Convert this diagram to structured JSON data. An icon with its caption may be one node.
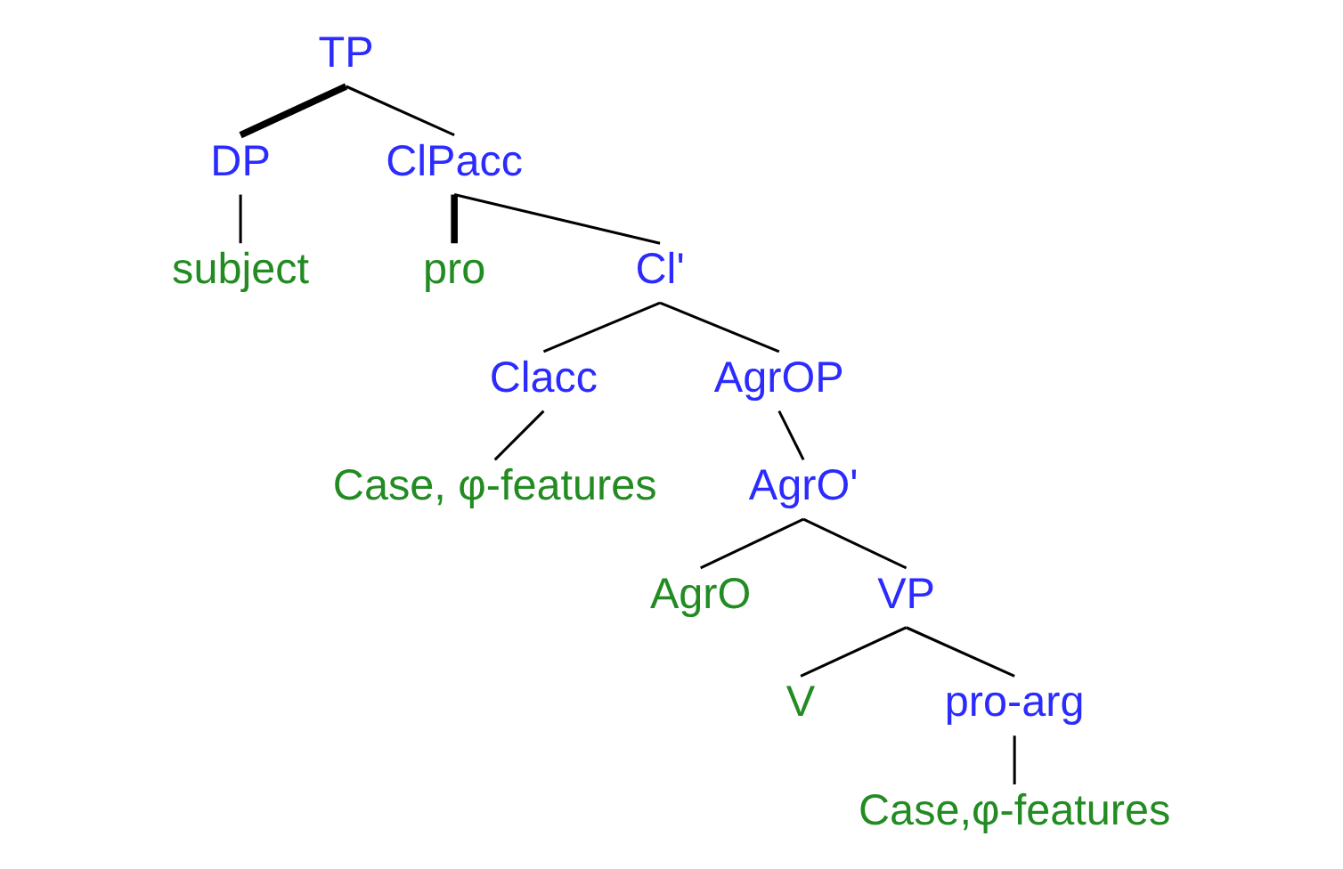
{
  "diagram": {
    "nodes": [
      {
        "text": [
          "TP"
        ]
      },
      {
        "text": [
          "DP"
        ]
      },
      {
        "text": [
          "ClPacc"
        ]
      },
      {
        "text": [
          "subject"
        ]
      },
      {
        "text": [
          "pro"
        ]
      },
      {
        "text": [
          "Cl'"
        ]
      },
      {
        "text": [
          "Clacc"
        ]
      },
      {
        "text": [
          "AgrOP"
        ]
      },
      {
        "text": [
          "Case, φ-features"
        ]
      },
      {
        "text": [
          "AgrO'"
        ]
      },
      {
        "text": [
          "AgrO"
        ]
      },
      {
        "text": [
          "VP"
        ]
      },
      {
        "text": [
          "V"
        ]
      },
      {
        "text": [
          "pro-arg"
        ]
      },
      {
        "text": [
          "Case,φ-features"
        ]
      }
    ],
    "edges": [
      {
        "from": 0,
        "to": 1,
        "arrow": "none",
        "style": "thick"
      },
      {
        "from": 0,
        "to": 2,
        "arrow": "none"
      },
      {
        "from": 1,
        "to": 3,
        "arrow": "none"
      },
      {
        "from": 2,
        "to": 4,
        "arrow": "none",
        "style": "thick"
      },
      {
        "from": 2,
        "to": 5,
        "arrow": "none"
      },
      {
        "from": 5,
        "to": 6,
        "arrow": "none"
      },
      {
        "from": 5,
        "to": 7,
        "arrow": "none"
      },
      {
        "from": 6,
        "to": 8,
        "arrow": "none"
      },
      {
        "from": 7,
        "to": 9,
        "arrow": "none"
      },
      {
        "from": 9,
        "to": 10,
        "arrow": "none"
      },
      {
        "from": 9,
        "to": 11,
        "arrow": "none"
      },
      {
        "from": 11,
        "to": 12,
        "arrow": "none"
      },
      {
        "from": 11,
        "to": 13,
        "arrow": "none"
      },
      {
        "from": 13,
        "to": 14,
        "arrow": "none"
      }
    ]
  }
}
